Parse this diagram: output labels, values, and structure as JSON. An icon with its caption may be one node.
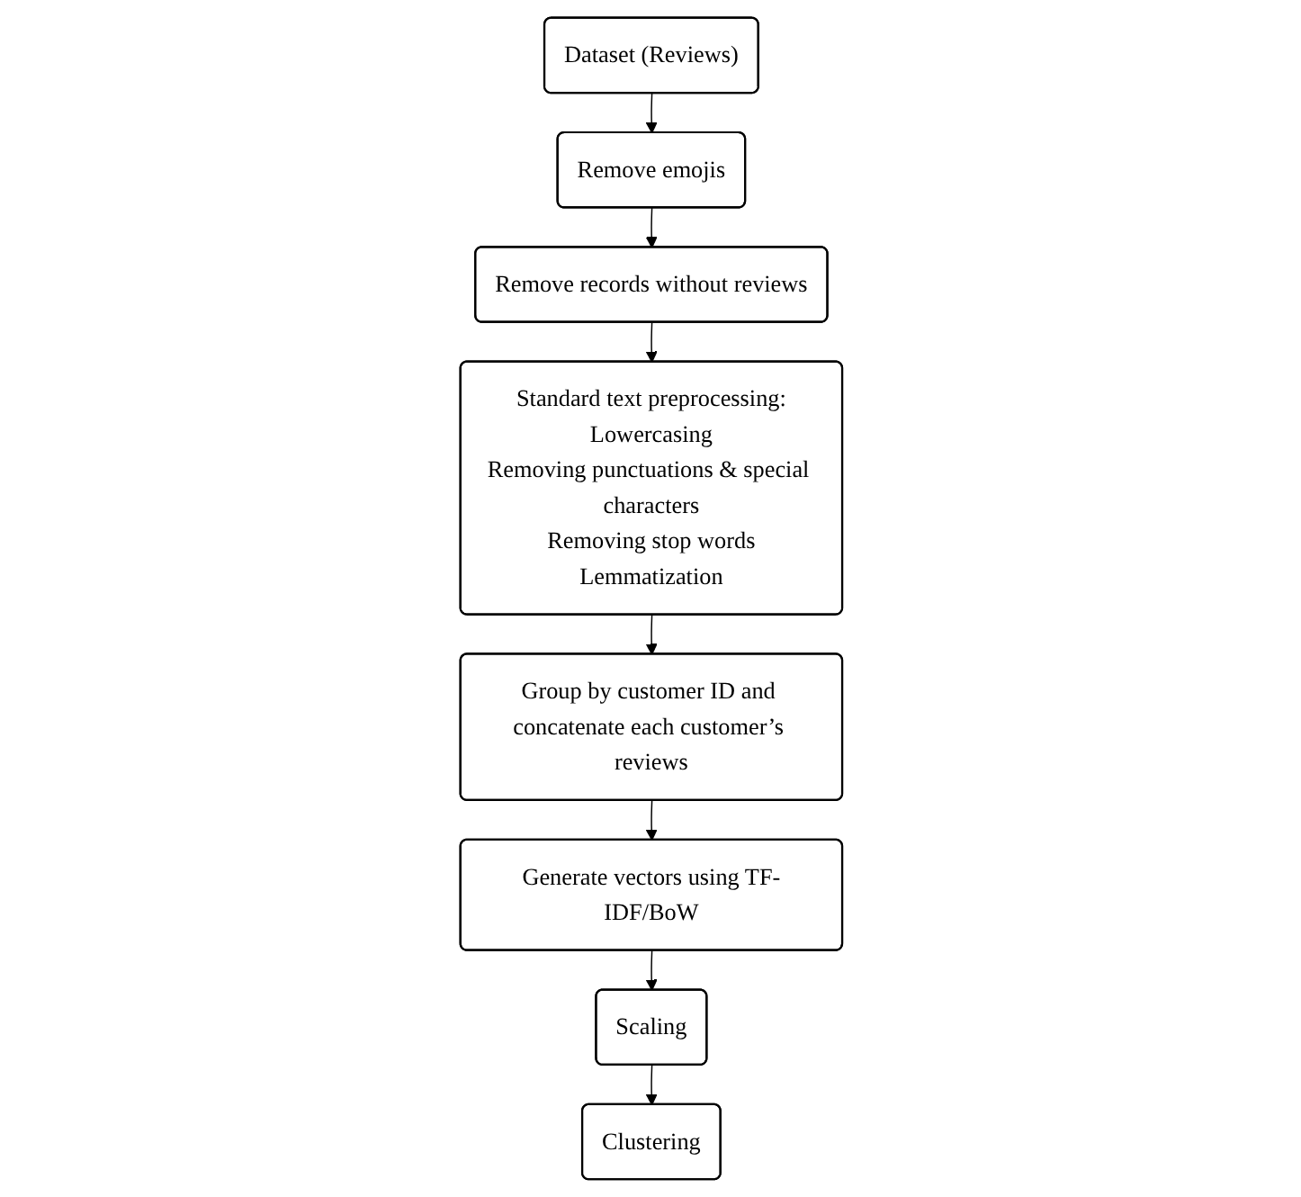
{
  "diagram": {
    "nodes": [
      {
        "text": [
          "Dataset (Reviews)"
        ]
      },
      {
        "text": [
          "Remove emojis"
        ]
      },
      {
        "text": [
          "Remove records without reviews"
        ]
      },
      {
        "text": [
          "Standard text preprocessing:",
          "Lowercasing",
          "Removing punctuations & special characters",
          "Removing stop words",
          "Lemmatization"
        ]
      },
      {
        "text": [
          "Group by customer ID and concatenate each customer’s reviews"
        ]
      },
      {
        "text": [
          "Generate vectors using TF-IDF/BoW"
        ]
      },
      {
        "text": [
          "Scaling"
        ]
      },
      {
        "text": [
          "Clustering"
        ]
      }
    ],
    "edges": [
      {
        "from": 0,
        "to": 1,
        "arrow": "to"
      },
      {
        "from": 1,
        "to": 2,
        "arrow": "to"
      },
      {
        "from": 2,
        "to": 3,
        "arrow": "to"
      },
      {
        "from": 3,
        "to": 4,
        "arrow": "to"
      },
      {
        "from": 4,
        "to": 5,
        "arrow": "to"
      },
      {
        "from": 5,
        "to": 6,
        "arrow": "to"
      },
      {
        "from": 6,
        "to": 7,
        "arrow": "to"
      }
    ]
  }
}
